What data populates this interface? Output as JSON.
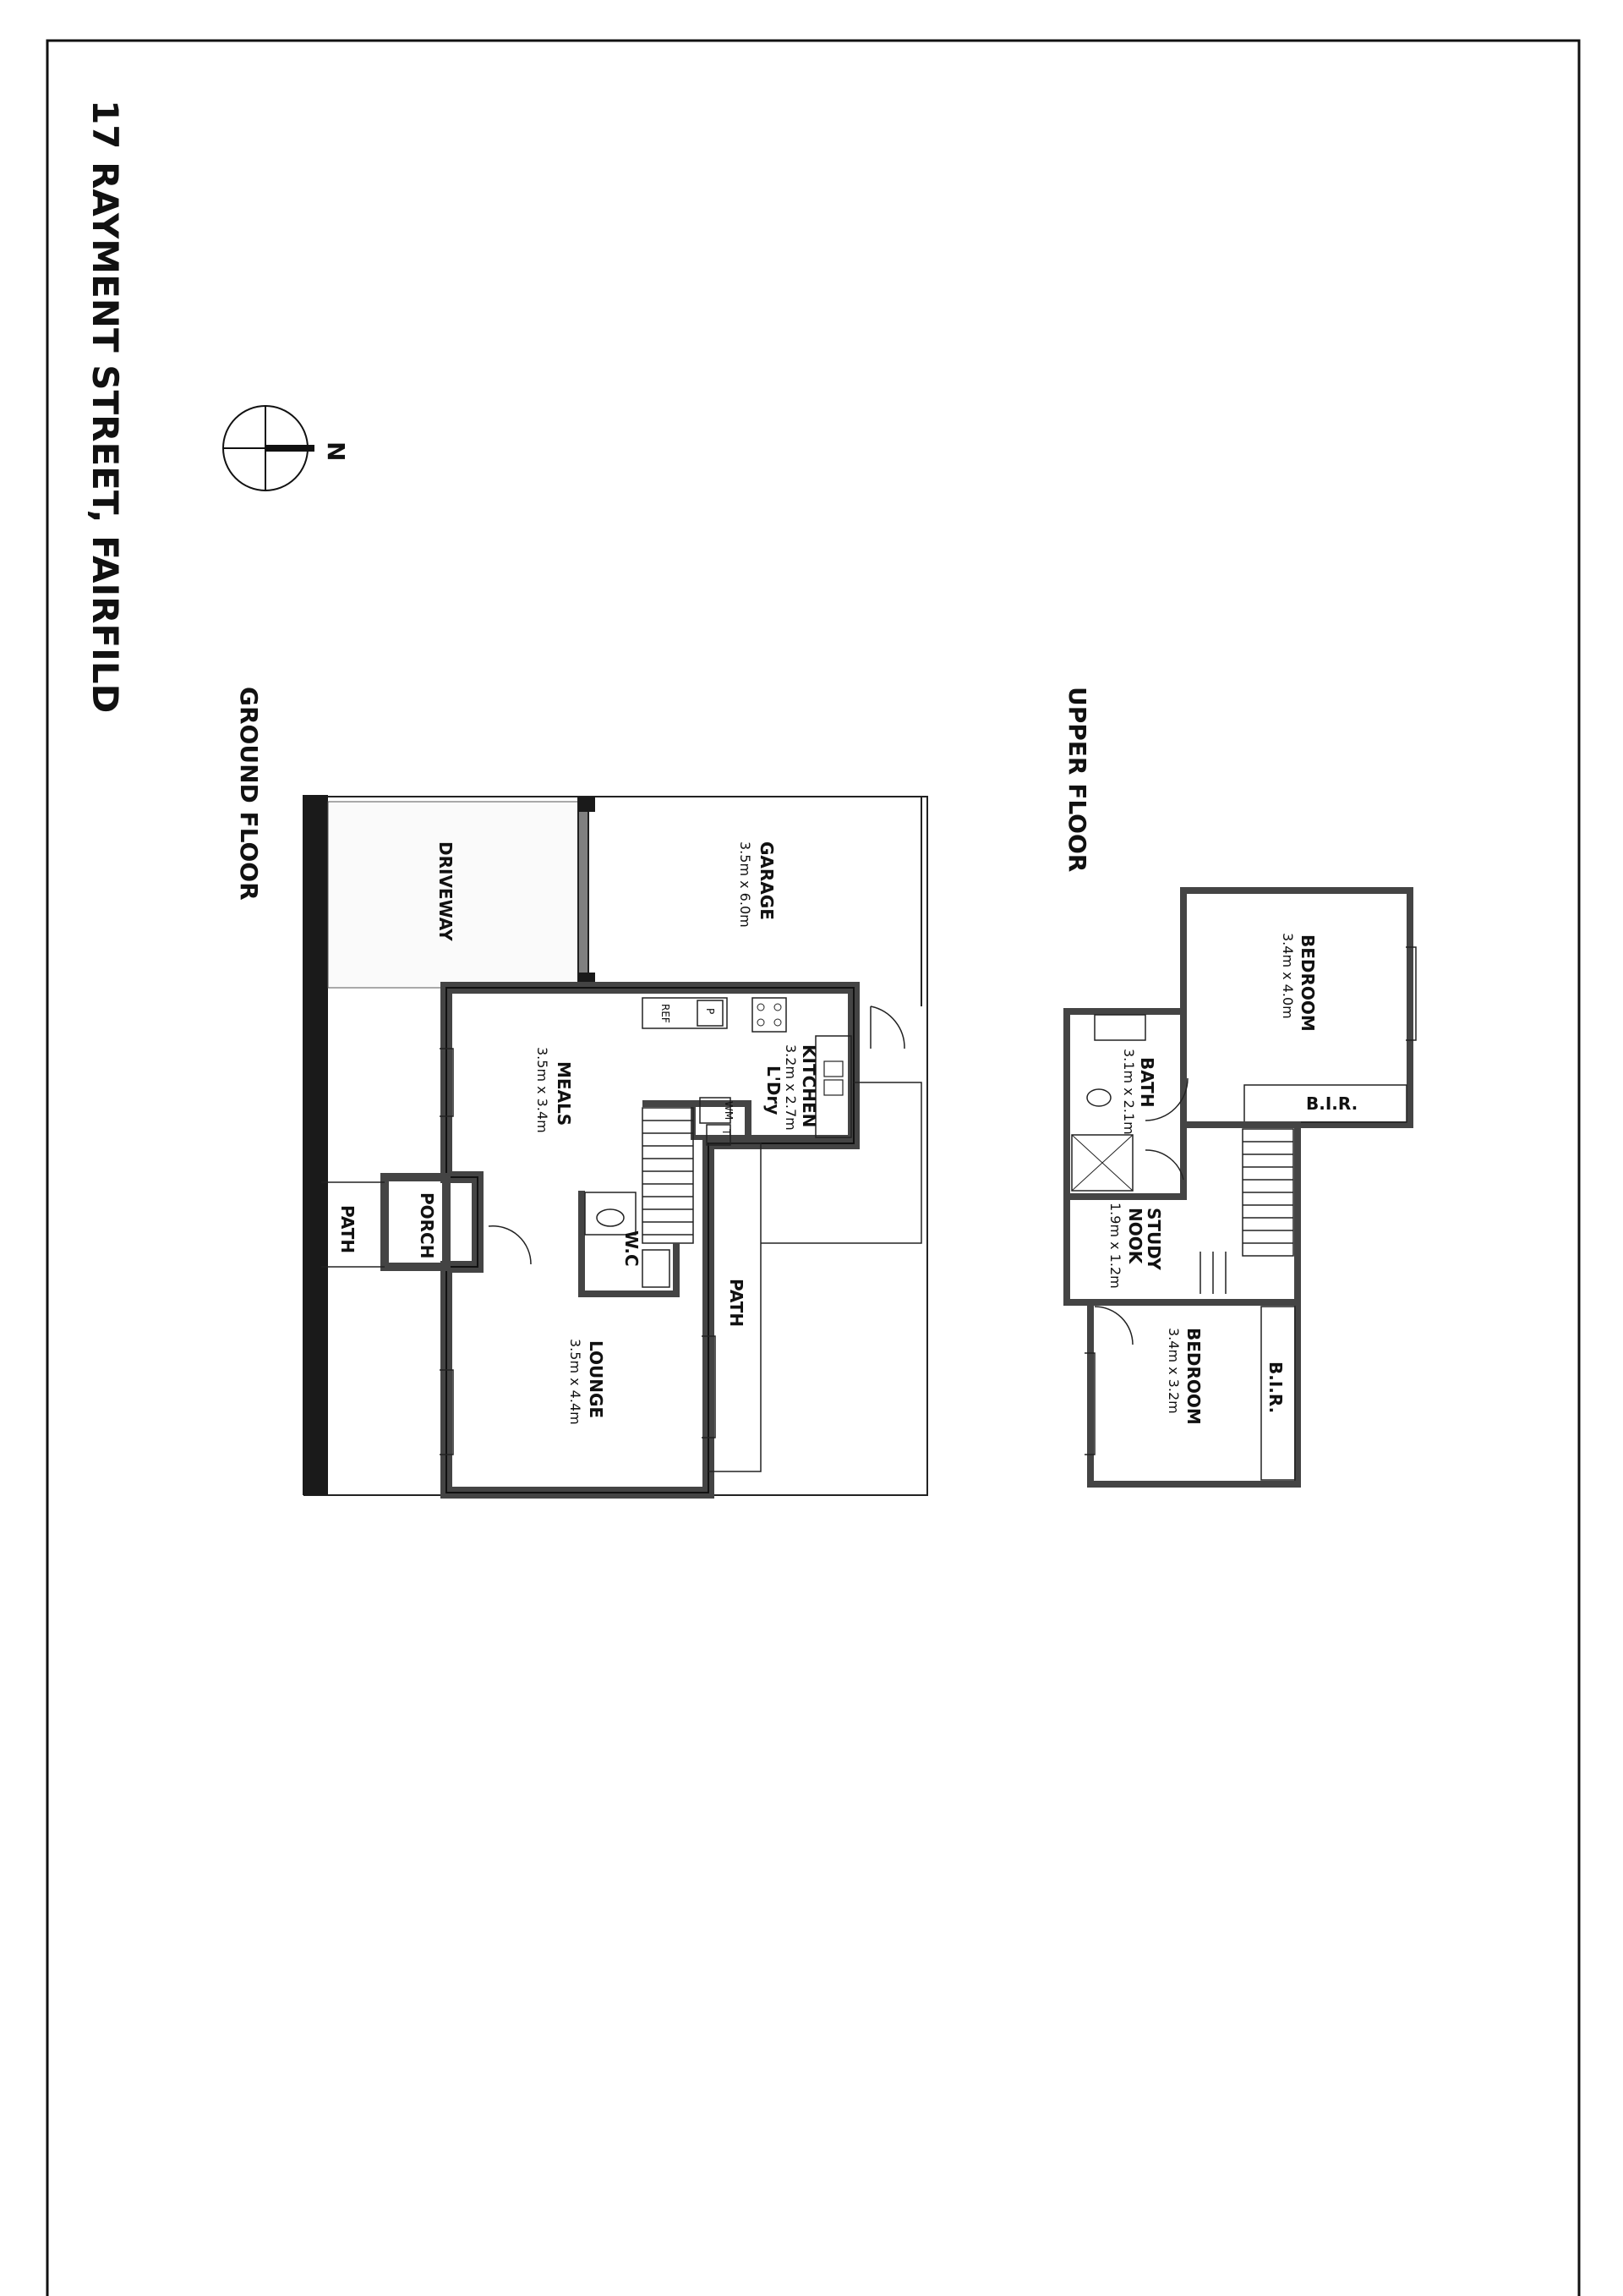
{
  "title": "17 RAYMENT STREET, FAIRFILD",
  "north_label": "N",
  "ground_floor": {
    "heading": "GROUND FLOOR",
    "rooms": {
      "driveway": "DRIVEWAY",
      "garage": "GARAGE",
      "garage_dim": "3.5m x 6.0m",
      "meals": "MEALS",
      "meals_dim": "3.5m x 3.4m",
      "kitchen": "KITCHEN",
      "kitchen_dim": "3.2m x 2.7m",
      "laundry": "L'Dry",
      "wc": "W.C",
      "porch": "PORCH",
      "path_front": "PATH",
      "path_side": "PATH",
      "lounge": "LOUNGE",
      "lounge_dim": "3.5m x 4.4m"
    },
    "fixtures": {
      "fridge": "REF",
      "pantry": "P",
      "washing_machine": "WM",
      "trough": "T"
    }
  },
  "upper_floor": {
    "heading": "UPPER FLOOR",
    "rooms": {
      "bedroom1": "BEDROOM",
      "bedroom1_dim": "3.4m x 4.0m",
      "bir1": "B.I.R.",
      "bath": "BATH",
      "bath_dim": "3.1m x 2.1m",
      "study_line1": "STUDY",
      "study_line2": "NOOK",
      "study_dim": "1.9m x 1.2m",
      "bedroom2": "BEDROOM",
      "bedroom2_dim": "3.4m x 3.2m",
      "bir2": "B.I.R."
    }
  },
  "colors": {
    "wall_fill": "#808080",
    "line": "#111111",
    "background": "#ffffff"
  }
}
